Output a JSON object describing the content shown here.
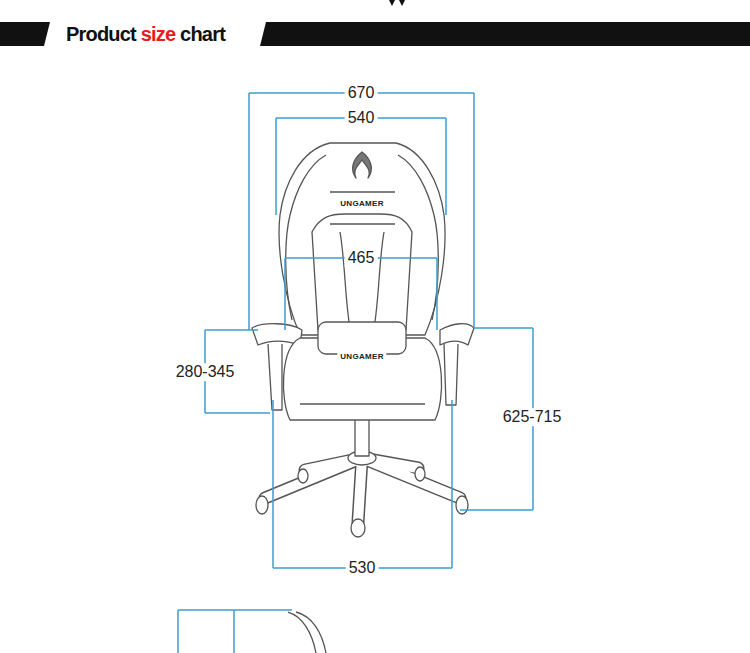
{
  "diagram": {
    "title": "Product size chart",
    "labels": [
      "670",
      "540",
      "UNGAMER",
      "465",
      "UNGAMER",
      "280-345",
      "625-715",
      "530"
    ]
  }
}
